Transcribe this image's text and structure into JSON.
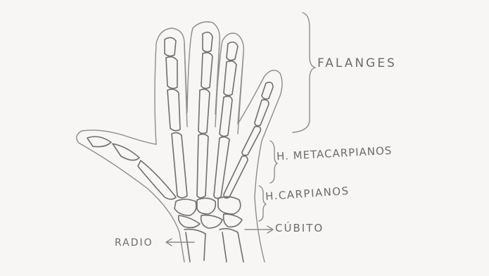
{
  "labels": {
    "falanges": "FALANGES",
    "metacarpianos": "H. METACARPIANOS",
    "carpianos": "H.CARPIANOS",
    "cubito": "CÚBITO",
    "radio": "RADIO"
  },
  "colors": {
    "paper": "#f7f6f4",
    "pencil": "#8c8c8c"
  }
}
